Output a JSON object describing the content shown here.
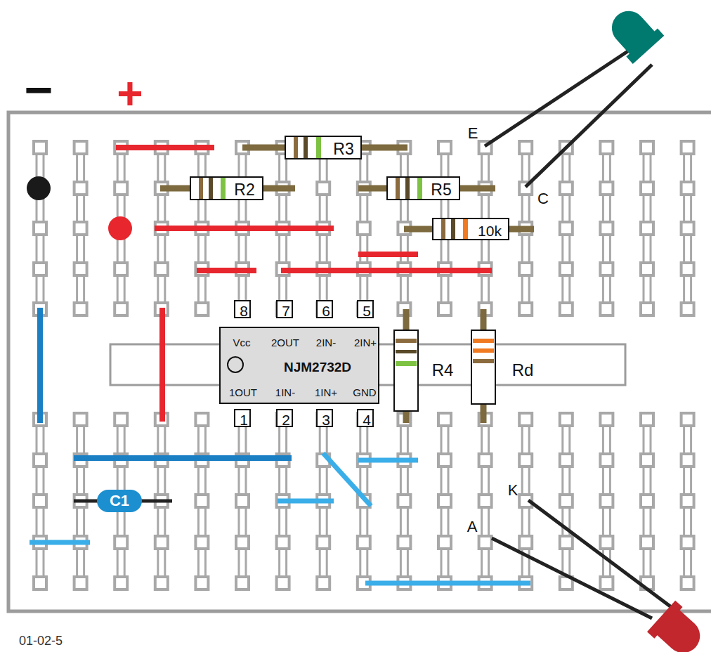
{
  "diagram": {
    "nodes": [
      {
        "text": [
          "R3"
        ]
      },
      {
        "text": [
          "R2"
        ]
      },
      {
        "text": [
          "R5"
        ]
      },
      {
        "text": [
          "10k"
        ]
      },
      {
        "text": [
          "8"
        ]
      },
      {
        "text": [
          "7"
        ]
      },
      {
        "text": [
          "6"
        ]
      },
      {
        "text": [
          "5"
        ]
      },
      {
        "text": [
          "Vcc",
          "2OUT",
          "2IN-",
          "2IN+",
          "NJM2732D",
          "1OUT",
          "1IN-",
          "1IN+",
          "GND"
        ]
      },
      {
        "text": [
          "1"
        ]
      },
      {
        "text": [
          "2"
        ]
      },
      {
        "text": [
          "3"
        ]
      },
      {
        "text": [
          "4"
        ]
      },
      {
        "text": [
          "C1"
        ]
      }
    ],
    "labels": [
      "−",
      "+",
      "E",
      "C",
      "R4",
      "Rd",
      "K",
      "A",
      "01-02-5"
    ]
  }
}
